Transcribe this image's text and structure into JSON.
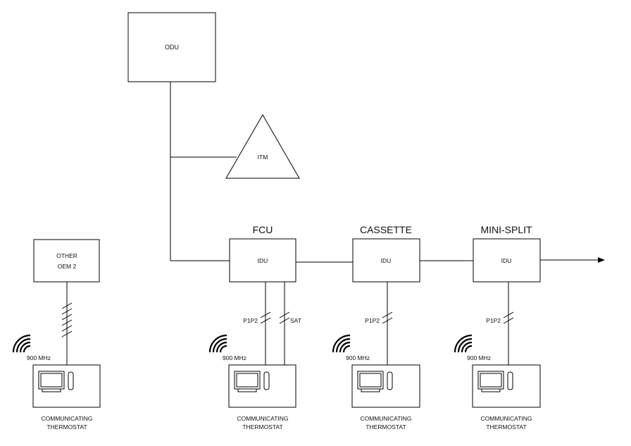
{
  "odu": {
    "label": "ODU"
  },
  "itm": {
    "label": "ITM"
  },
  "other_oem": {
    "line1": "OTHER",
    "line2": "OEM 2"
  },
  "units": [
    {
      "title": "FCU",
      "idu_label": "IDU",
      "bus_label": "P1P2",
      "extra_bus_label": "SAT"
    },
    {
      "title": "CASSETTE",
      "idu_label": "IDU",
      "bus_label": "P1P2"
    },
    {
      "title": "MINI-SPLIT",
      "idu_label": "IDU",
      "bus_label": "P1P2"
    }
  ],
  "thermostats": [
    {
      "radio_label": "900 MHz",
      "caption_line1": "COMMUNICATING",
      "caption_line2": "THERMOSTAT"
    },
    {
      "radio_label": "900 MHz",
      "caption_line1": "COMMUNICATING",
      "caption_line2": "THERMOSTAT"
    },
    {
      "radio_label": "900 MHz",
      "caption_line1": "COMMUNICATING",
      "caption_line2": "THERMOSTAT"
    },
    {
      "radio_label": "900 MHz",
      "caption_line1": "COMMUNICATING",
      "caption_line2": "THERMOSTAT"
    }
  ]
}
